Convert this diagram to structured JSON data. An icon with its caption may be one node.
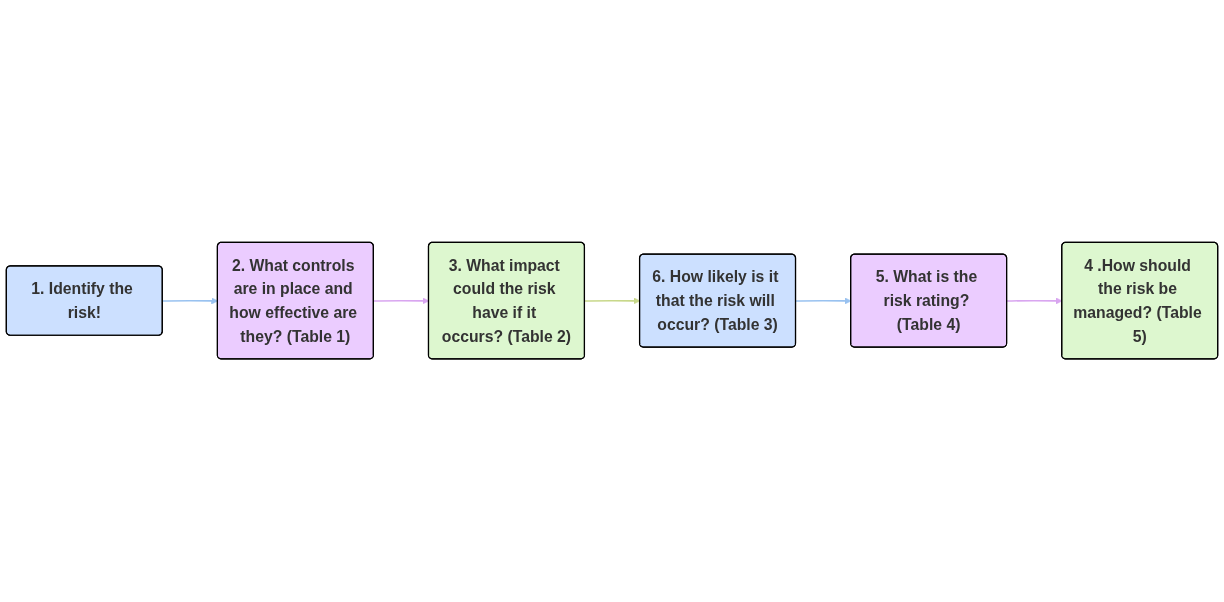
{
  "diagram": {
    "nodes": [
      {
        "text": [
          "1. Identify the risk!"
        ]
      },
      {
        "text": [
          "2. What controls are in place and how effective are they? (Table 1)"
        ]
      },
      {
        "text": [
          "3. What impact could the risk have if it occurs? (Table 2)"
        ]
      },
      {
        "text": [
          "4 .How should the risk be managed? (Table 5)"
        ]
      },
      {
        "text": [
          "5. What is the risk rating? (Table 4)"
        ]
      },
      {
        "text": [
          "6. How likely is it that the risk will occur? (Table 3)"
        ]
      }
    ],
    "edges": [
      {
        "from": 0,
        "to": 1,
        "arrow": "to",
        "color": "#99c2f0"
      },
      {
        "from": 1,
        "to": 2,
        "arrow": "to",
        "color": "#d9a6f0"
      },
      {
        "from": 2,
        "to": 5,
        "arrow": "to",
        "color": "#c8d88a"
      },
      {
        "from": 5,
        "to": 4,
        "arrow": "to",
        "color": "#99c2f0"
      },
      {
        "from": 4,
        "to": 3,
        "arrow": "to",
        "color": "#d9a6f0"
      }
    ]
  }
}
